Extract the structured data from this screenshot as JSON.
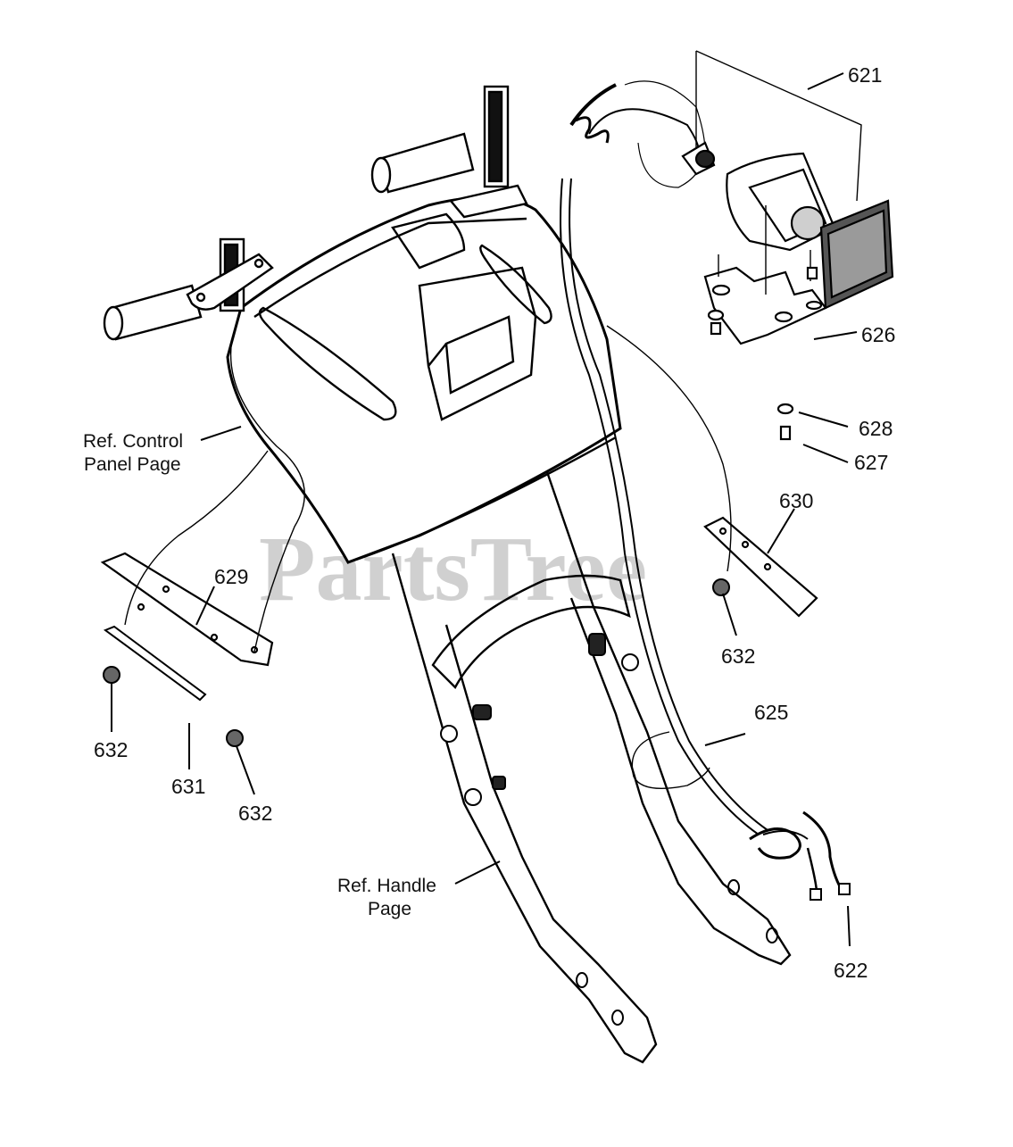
{
  "watermark": "PartsTree",
  "callouts": {
    "c621": "621",
    "c622": "622",
    "c625": "625",
    "c626": "626",
    "c627": "627",
    "c628": "628",
    "c629": "629",
    "c630": "630",
    "c631": "631",
    "c632_left": "632",
    "c632_center": "632",
    "c632_right": "632"
  },
  "references": {
    "control_panel_line1": "Ref. Control",
    "control_panel_line2": "Panel Page",
    "handle_line1": "Ref. Handle",
    "handle_line2": "Page"
  }
}
